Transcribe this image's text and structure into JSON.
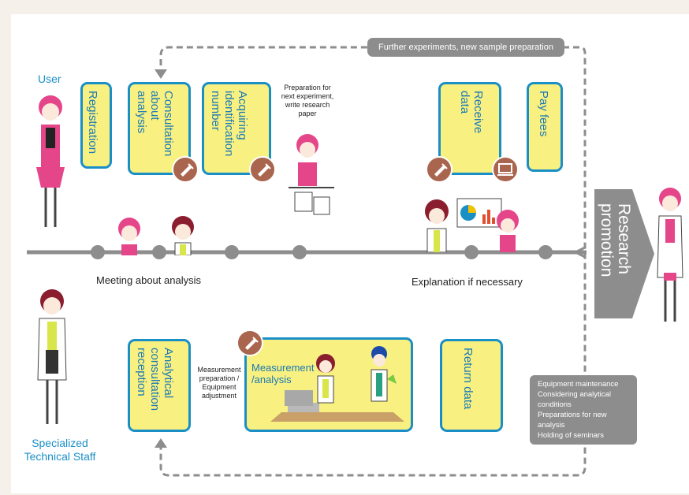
{
  "roles": {
    "user": "User",
    "staff": "Specialized\nTechnical Staff"
  },
  "top_loop_label": "Further experiments, new sample preparation",
  "user_steps": [
    {
      "label": "Registration"
    },
    {
      "label": "Consultation\nabout\nanalysis"
    },
    {
      "label": "Acquiring\nidentification\nnumber"
    },
    {
      "label": "Receive\ndata"
    },
    {
      "label": "Pay fees"
    }
  ],
  "staff_steps": [
    {
      "label": "Analytical\nconsultation\nreception"
    },
    {
      "label": "Measurement\n/analysis"
    },
    {
      "label": "Return data"
    }
  ],
  "notes": {
    "next_experiment": "Preparation for\nnext experiment,\nwrite research\npaper",
    "measurement_prep": "Measurement\npreparation /\nEquipment\nadjustment"
  },
  "timeline": {
    "meeting": "Meeting about analysis",
    "explanation": "Explanation if necessary"
  },
  "research_promotion": "Research\npromotion",
  "staff_activities": [
    "Equipment maintenance",
    "Considering analytical",
    "conditions",
    "Preparations for  new",
    "analysis",
    "Holding of seminars"
  ],
  "colors": {
    "accent_blue": "#1a8fc6",
    "box_yellow": "#f8f080",
    "gray": "#8d8d8d",
    "tool_brown": "#a9654d",
    "pink": "#e5468a"
  }
}
